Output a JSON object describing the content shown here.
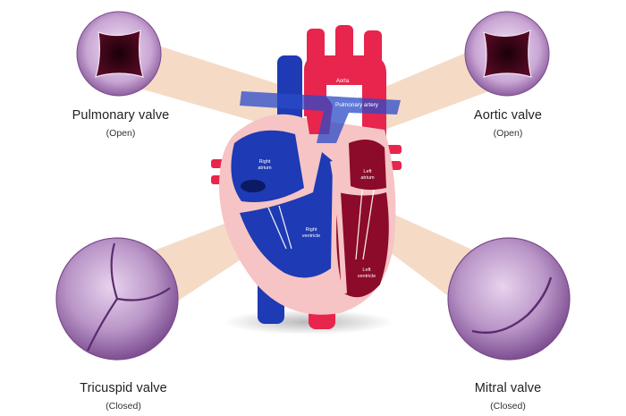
{
  "colors": {
    "deoxygenated": "#1e3ab4",
    "oxygenated": "#e8254d",
    "heart_wall": "#f6c4c4",
    "left_chamber": "#8c0a2a",
    "valve_ring": "#a67bb5",
    "valve_leaflet": "#b590c4",
    "connector_band": "#f1cfb3"
  },
  "heart_labels": {
    "aorta": "Aorta",
    "pulmonary_artery": "Pulmonary artery",
    "right_atrium_l1": "Right",
    "right_atrium_l2": "atrium",
    "left_atrium_l1": "Left",
    "left_atrium_l2": "atrium",
    "right_ventricle_l1": "Right",
    "right_ventricle_l2": "ventricle",
    "left_ventricle_l1": "Left",
    "left_ventricle_l2": "ventricle"
  },
  "valves": {
    "pulmonary": {
      "name": "Pulmonary valve",
      "state": "(Open)"
    },
    "aortic": {
      "name": "Aortic valve",
      "state": "(Open)"
    },
    "tricuspid": {
      "name": "Tricuspid valve",
      "state": "(Closed)"
    },
    "mitral": {
      "name": "Mitral valve",
      "state": "(Closed)"
    }
  }
}
